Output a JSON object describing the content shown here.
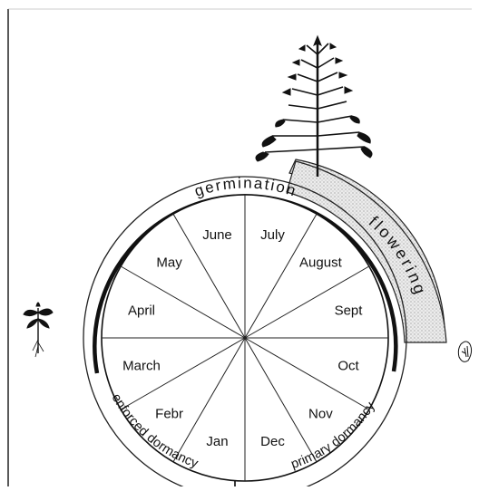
{
  "diagram": {
    "months": [
      {
        "id": "june",
        "label": "June"
      },
      {
        "id": "july",
        "label": "July"
      },
      {
        "id": "august",
        "label": "August"
      },
      {
        "id": "sept",
        "label": "Sept"
      },
      {
        "id": "oct",
        "label": "Oct"
      },
      {
        "id": "nov",
        "label": "Nov"
      },
      {
        "id": "dec",
        "label": "Dec"
      },
      {
        "id": "jan",
        "label": "Jan"
      },
      {
        "id": "febr",
        "label": "Febr"
      },
      {
        "id": "march",
        "label": "March"
      },
      {
        "id": "april",
        "label": "April"
      },
      {
        "id": "may",
        "label": "May"
      }
    ],
    "phases": {
      "germination": "germination",
      "flowering": "flowering",
      "enforced_dormancy": "enforced dormancy",
      "primary_dormancy": "primary dormancy"
    },
    "illustrations": {
      "mature_plant": "mature-flowering-plant",
      "seedling": "seedling",
      "seed": "seed"
    },
    "colors": {
      "ink": "#111111",
      "flowering_band": "#dcdcdc",
      "background": "#ffffff"
    }
  }
}
